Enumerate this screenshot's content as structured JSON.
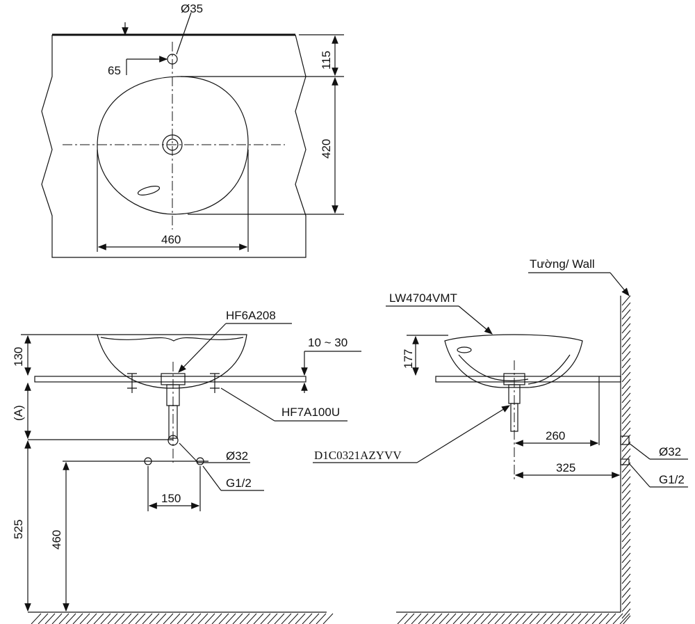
{
  "top_view": {
    "faucet_hole_dia": "Ø35",
    "faucet_offset": "65",
    "dim_wall_to_basin": "115",
    "dim_basin_depth": "420",
    "dim_basin_width": "460"
  },
  "front_view": {
    "drain_model": "HF6A208",
    "counter_thickness": "10 ~ 30",
    "dim_bowl_height": "130",
    "dim_a": "(A)",
    "fixing_model": "HF7A100U",
    "outlet_dia": "Ø32",
    "supply_thread": "G1/2",
    "dim_supply_spacing": "150",
    "dim_outlet_height": "525",
    "dim_supply_height": "460"
  },
  "side_view": {
    "wall_label": "Tường/ Wall",
    "basin_model": "LW4704VMT",
    "dim_bowl_height": "177",
    "trap_model": "D1C0321AZYVV",
    "dim_drain_to_edge": "260",
    "dim_drain_to_wall": "325",
    "outlet_dia": "Ø32",
    "supply_thread": "G1/2"
  }
}
